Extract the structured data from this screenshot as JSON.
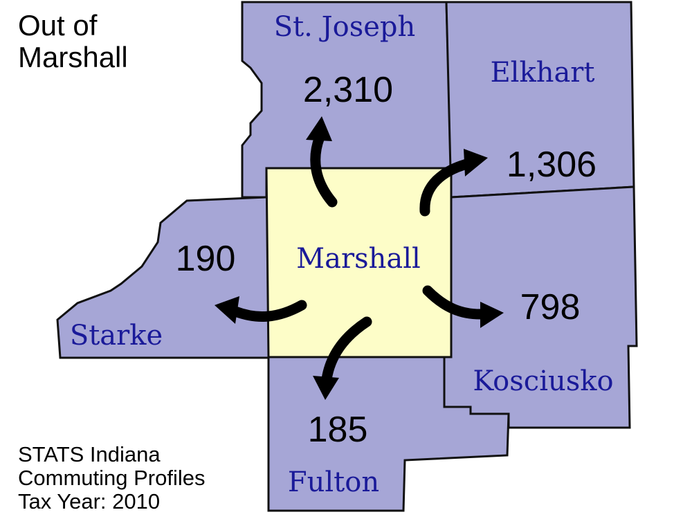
{
  "title": {
    "line1": "Out of",
    "line2": "Marshall"
  },
  "source": {
    "line1": "STATS Indiana",
    "line2": "Commuting Profiles",
    "line3": "Tax Year: 2010"
  },
  "home_county": "Marshall",
  "counties": {
    "st_joseph": {
      "name": "St. Joseph",
      "commuters": "2,310"
    },
    "elkhart": {
      "name": "Elkhart",
      "commuters": "1,306"
    },
    "kosciusko": {
      "name": "Kosciusko",
      "commuters": "798"
    },
    "fulton": {
      "name": "Fulton",
      "commuters": "185"
    },
    "starke": {
      "name": "Starke",
      "commuters": "190"
    }
  },
  "colors": {
    "destination_fill": "#a6a6d6",
    "home_fill": "#fdfdc8",
    "county_label": "#1a1a99",
    "border": "#111111",
    "arrow": "#000000"
  },
  "icons": {
    "flow": "curved-arrow-icon"
  }
}
